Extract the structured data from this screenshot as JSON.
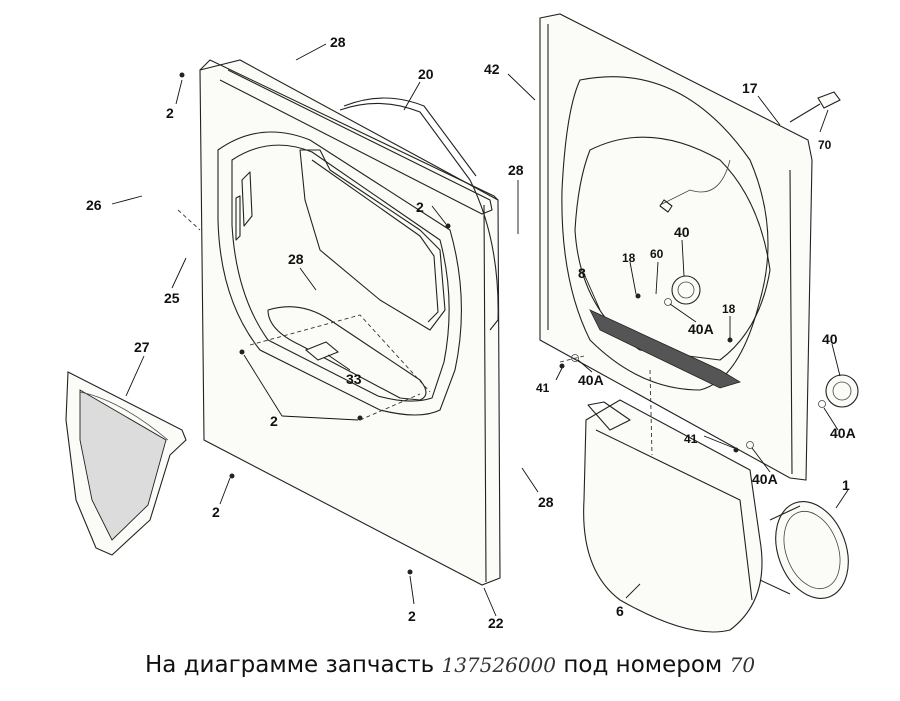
{
  "callouts": {
    "p28a": "28",
    "p20": "20",
    "p42": "42",
    "p17": "17",
    "p70": "70",
    "p2a": "2",
    "p26": "26",
    "p25": "25",
    "p2b": "2",
    "p28b": "28",
    "p28c": "28",
    "p40a": "40",
    "p18a": "18",
    "p60": "60",
    "p8": "8",
    "p40Aa": "40A",
    "p18b": "18",
    "p40b": "40",
    "p27": "27",
    "p33": "33",
    "p41a": "41",
    "p40Ab": "40A",
    "p2c": "2",
    "p40Ac": "40A",
    "p41b": "41",
    "p40Ad": "40A",
    "p2d": "2",
    "p28d": "28",
    "p1": "1",
    "p6": "6",
    "p2e": "2",
    "p22": "22"
  },
  "caption": {
    "prefix": "На диаграмме запчасть",
    "part_code": "137526000",
    "middle": "под номером",
    "part_number": "70"
  }
}
